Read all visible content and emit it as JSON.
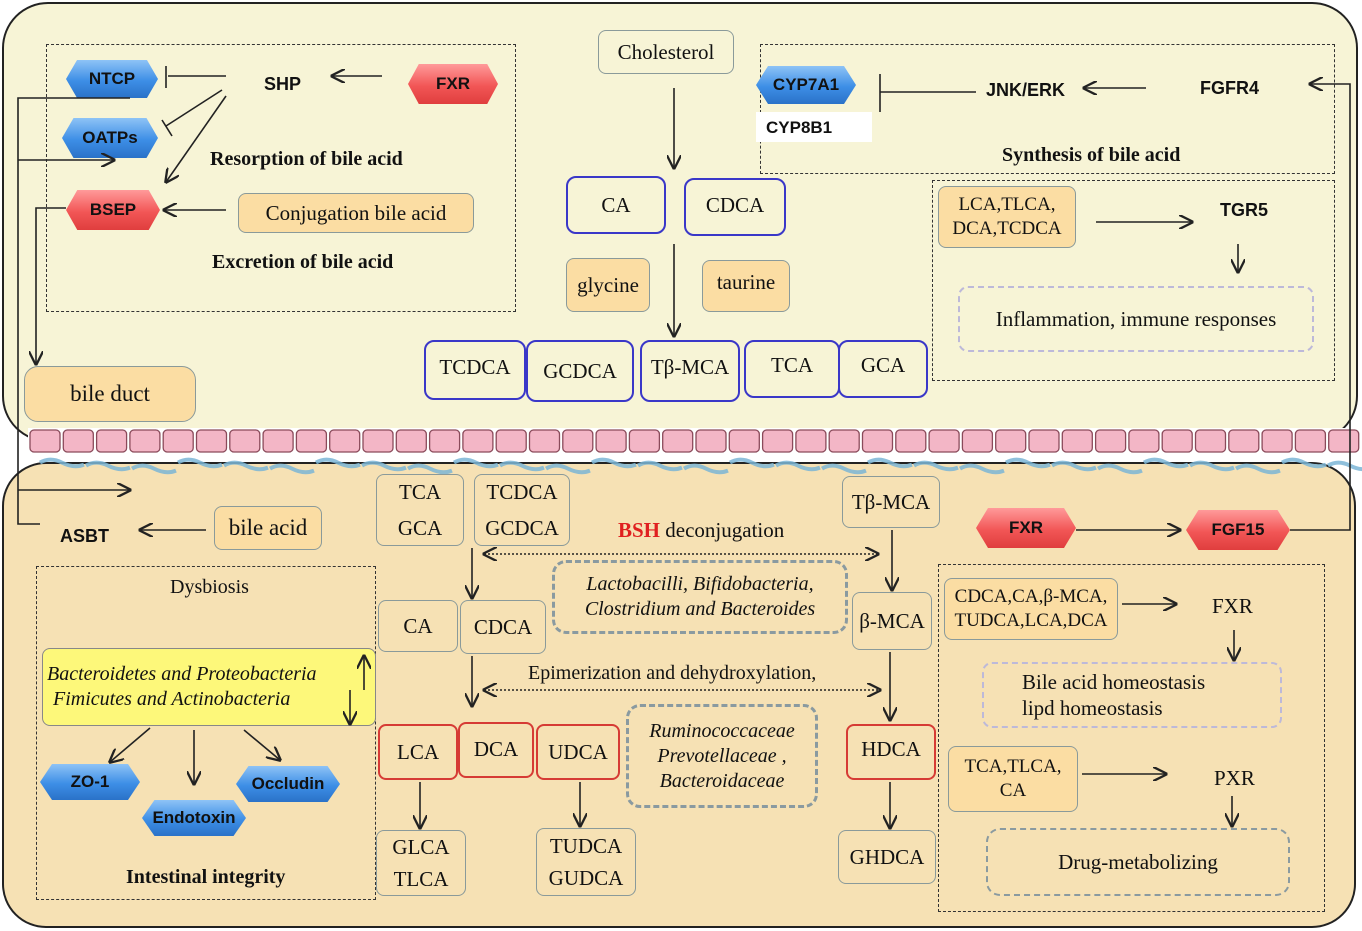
{
  "liver": {
    "resorption": {
      "ntcp": "NTCP",
      "oatps": "OATPs",
      "shp": "SHP",
      "fxr": "FXR",
      "bsep": "BSEP",
      "conjugation": "Conjugation bile acid",
      "resorption_title": "Resorption of bile acid",
      "excretion_title": "Excretion  of bile acid"
    },
    "bile_duct": "bile duct",
    "cholesterol": "Cholesterol",
    "primary": {
      "ca": "CA",
      "cdca": "CDCA",
      "glycine": "glycine",
      "taurine": "taurine"
    },
    "conjugated": [
      "TCDCA",
      "GCDCA",
      "Tβ-MCA",
      "TCA",
      "GCA"
    ],
    "synthesis": {
      "cyp7a1": "CYP7A1",
      "cyp8b1": "CYP8B1",
      "jnk_erk": "JNK/ERK",
      "fgfr4": "FGFR4",
      "title": "Synthesis of bile acid"
    },
    "tgr5": {
      "ligands": "LCA,TLCA, DCA,TCDCA",
      "receptor": "TGR5",
      "outcome": "Inflammation, immune responses"
    }
  },
  "intestine": {
    "asbt": "ASBT",
    "bile_acid": "bile acid",
    "tca_gca": [
      "TCA",
      "GCA"
    ],
    "tcdca_gcdca": [
      "TCDCA",
      "GCDCA"
    ],
    "tb_mca": "Tβ-MCA",
    "bsh_label": "BSH",
    "bsh_rest": " deconjugation",
    "bacteria1": [
      "Lactobacilli, Bifidobacteria,",
      "Clostridium and Bacteroides"
    ],
    "ca": "CA",
    "cdca": "CDCA",
    "b_mca": "β-MCA",
    "epimerization": "Epimerization and dehydroxylation,",
    "secondary": {
      "lca": "LCA",
      "dca": "DCA",
      "udca": "UDCA",
      "hdca": "HDCA"
    },
    "bacteria2": [
      "Ruminococcaceae",
      "Prevotellaceae ,",
      "Bacteroidaceae"
    ],
    "glca_tlca": [
      "GLCA",
      "TLCA"
    ],
    "tudca_gudca": [
      "TUDCA",
      "GUDCA"
    ],
    "ghdca": "GHDCA",
    "fxr": "FXR",
    "fgf15": "FGF15",
    "fxr_ligands": "CDCA,CA,β-MCA, TUDCA,LCA,DCA",
    "fxr_node": "FXR",
    "homeostasis": [
      "Bile acid homeostasis",
      "lipd  homeostasis"
    ],
    "pxr_ligands": "TCA,TLCA, CA",
    "pxr": "PXR",
    "drug": "Drug-metabolizing",
    "dysbiosis": {
      "title": "Dysbiosis",
      "line1": "Bacteroidetes and Proteobacteria",
      "line2": "Fimicutes and Actinobacteria",
      "zo1": "ZO-1",
      "endotoxin": "Endotoxin",
      "occludin": "Occludin",
      "integrity": "Intestinal integrity"
    }
  },
  "colors": {
    "liver_bg": "#f7f4d6",
    "intestine_bg": "#f6e1b4",
    "blue_border": "#3a37c8",
    "red_border": "#d63b35",
    "orange_box": "#fbdda3",
    "yellow_box": "#fdf87a",
    "epithelium": "#f3b6c6"
  }
}
